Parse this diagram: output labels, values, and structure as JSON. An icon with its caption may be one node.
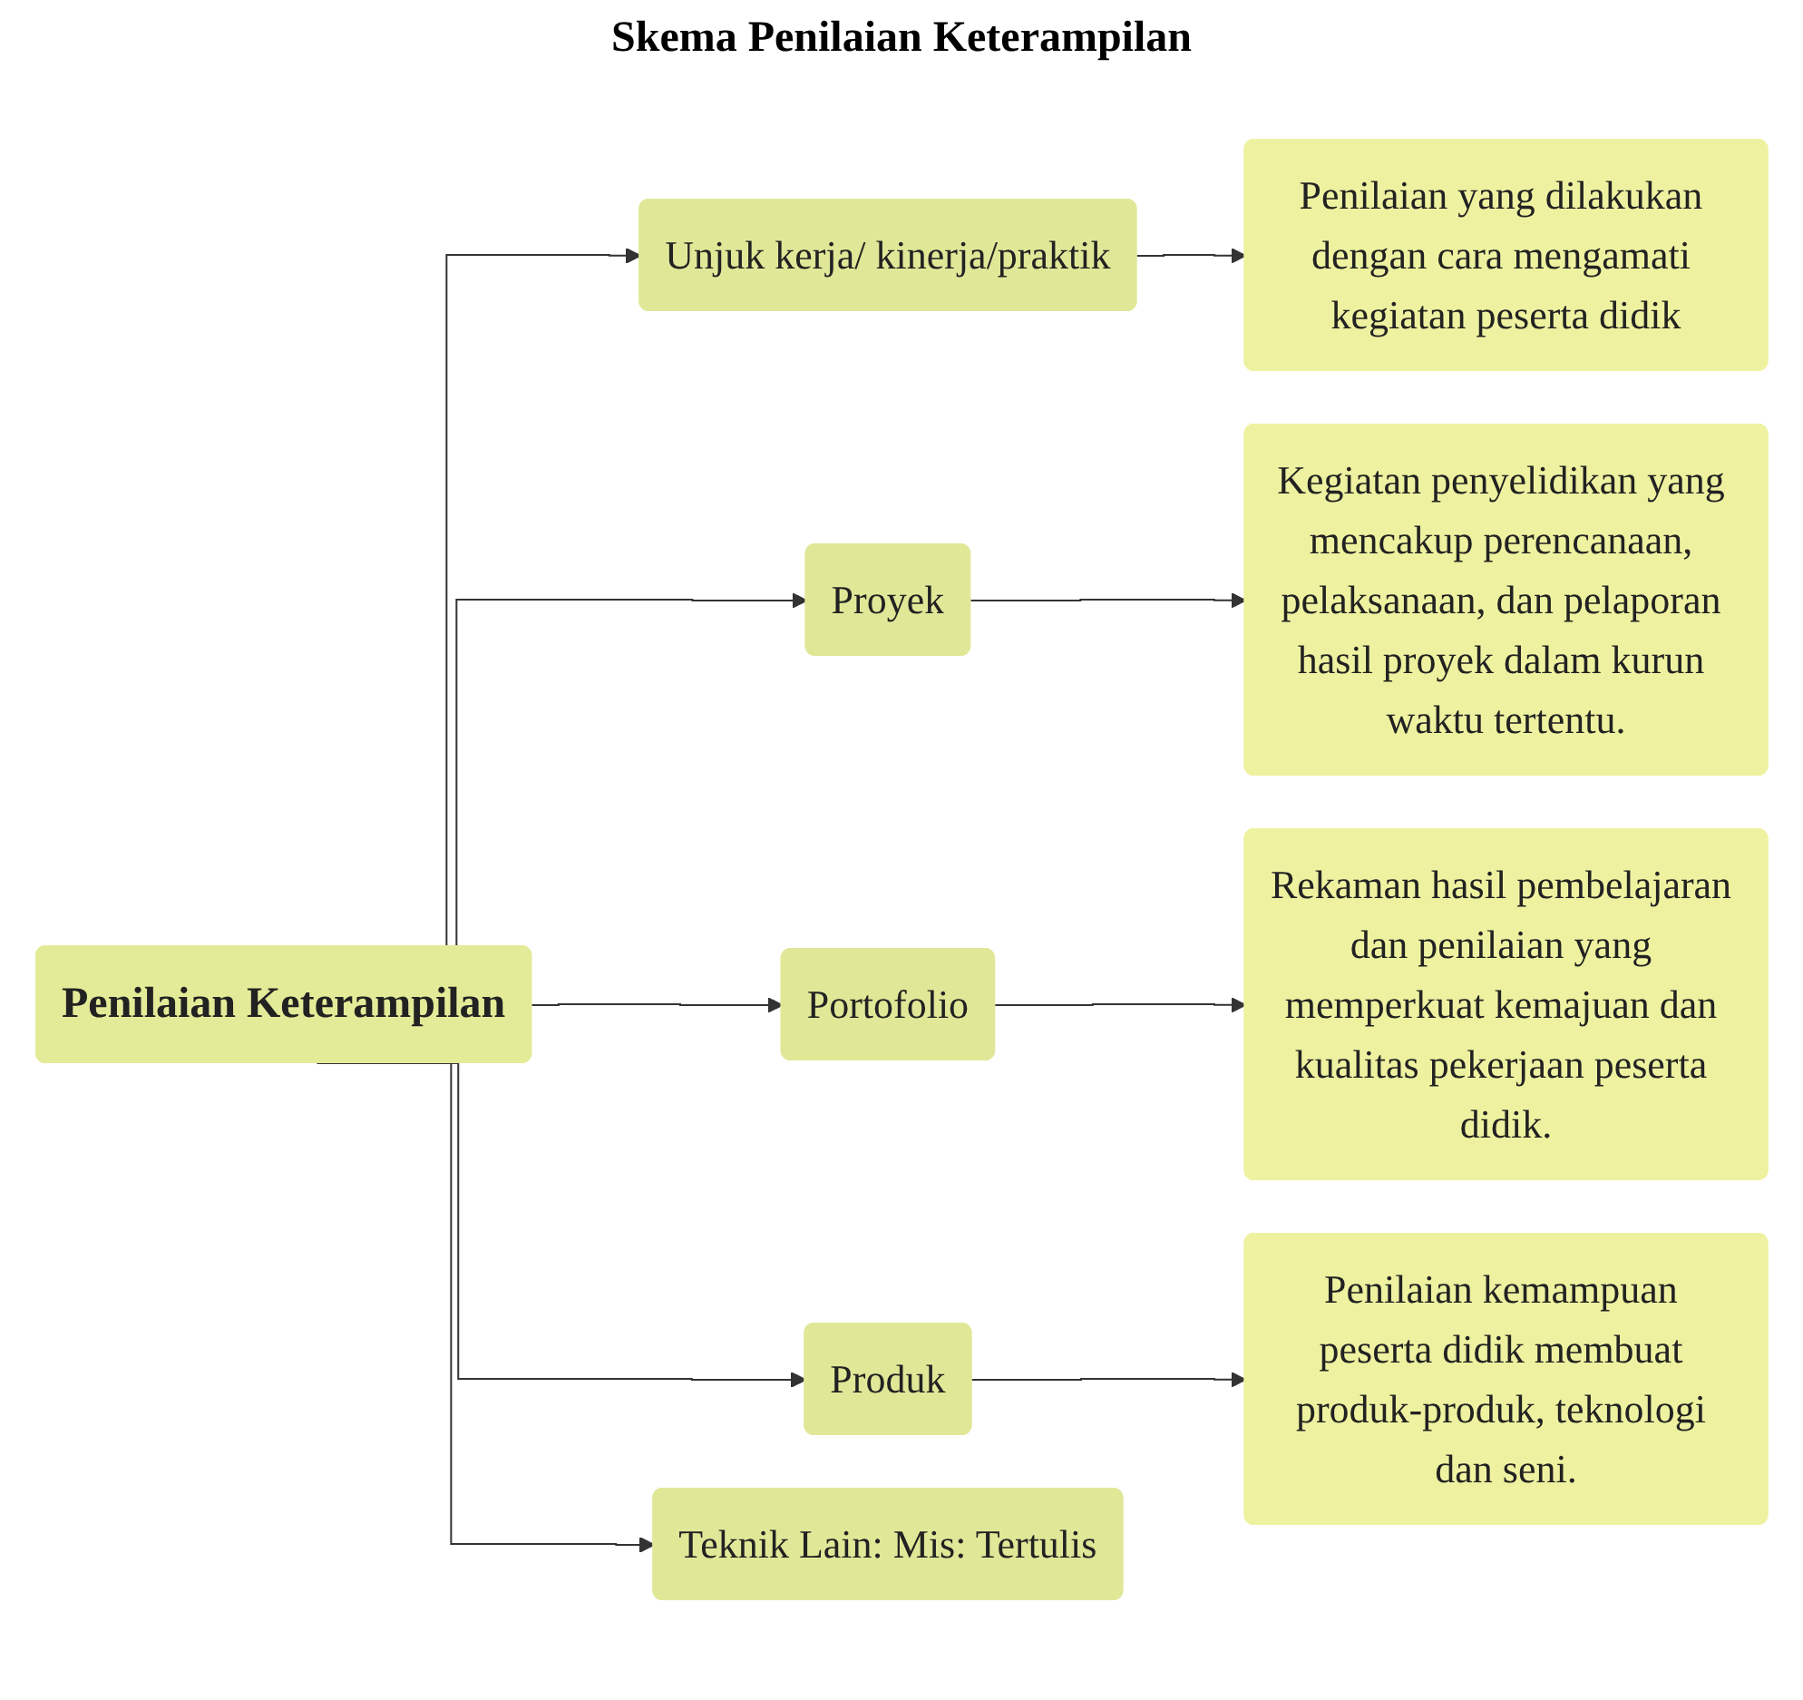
{
  "diagram": {
    "title": "Skema Penilaian Keterampilan",
    "nodes": [
      {
        "text": [
          "Penilaian Keterampilan"
        ]
      },
      {
        "text": [
          "Unjuk kerja/ kinerja/praktik"
        ]
      },
      {
        "text": [
          "Penilaian yang dilakukan dengan cara mengamati kegiatan peserta didik"
        ]
      },
      {
        "text": [
          "Proyek"
        ]
      },
      {
        "text": [
          "Kegiatan penyelidikan yang mencakup perencanaan, pelaksanaan, dan pelaporan hasil proyek dalam kurun waktu tertentu."
        ]
      },
      {
        "text": [
          "Portofolio"
        ]
      },
      {
        "text": [
          "Rekaman hasil pembelajaran dan penilaian yang memperkuat kemajuan dan kualitas pekerjaan peserta didik."
        ]
      },
      {
        "text": [
          "Produk"
        ]
      },
      {
        "text": [
          "Penilaian kemampuan peserta didik membuat produk-produk, teknologi dan seni."
        ]
      },
      {
        "text": [
          "Teknik Lain: Mis: Tertulis"
        ]
      }
    ],
    "edges": [
      {
        "from": 0,
        "to": 1,
        "arrow": "to"
      },
      {
        "from": 0,
        "to": 3,
        "arrow": "to"
      },
      {
        "from": 0,
        "to": 5,
        "arrow": "to"
      },
      {
        "from": 0,
        "to": 7,
        "arrow": "to"
      },
      {
        "from": 0,
        "to": 9,
        "arrow": "to"
      },
      {
        "from": 1,
        "to": 2,
        "arrow": "to"
      },
      {
        "from": 3,
        "to": 4,
        "arrow": "to"
      },
      {
        "from": 5,
        "to": 6,
        "arrow": "to"
      },
      {
        "from": 7,
        "to": 8,
        "arrow": "to"
      }
    ]
  }
}
